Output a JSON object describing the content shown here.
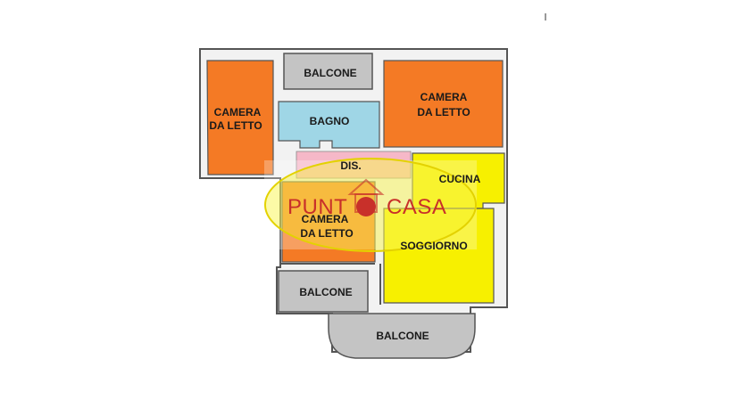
{
  "rooms": {
    "balcone_top": "BALCONE",
    "camera_left_line1": "CAMERA",
    "camera_left_line2": "DA LETTO",
    "bagno": "BAGNO",
    "camera_right_line1": "CAMERA",
    "camera_right_line2": "DA LETTO",
    "dis": "DIS.",
    "cucina": "CUCINA",
    "camera_center_line1": "CAMERA",
    "camera_center_line2": "DA LETTO",
    "soggiorno": "SOGGIORNO",
    "balcone_left": "BALCONE",
    "balcone_bottom": "BALCONE"
  },
  "logo": {
    "word1": "PUNT",
    "word2": "CASA"
  },
  "colors": {
    "bedroom": "#f47a25",
    "bathroom": "#9fd6e6",
    "kitchen_living": "#f7f000",
    "corridor": "#f6b8c8",
    "balcony": "#c4c4c4",
    "wall": "#555555",
    "logo_red": "#c8302a"
  }
}
